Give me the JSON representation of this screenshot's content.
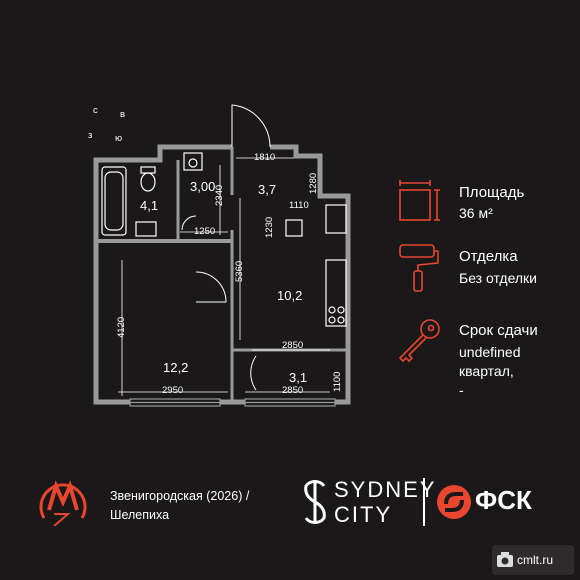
{
  "plan": {
    "rooms": [
      {
        "id": "bath",
        "label": "4,1"
      },
      {
        "id": "wc",
        "label": "3,00"
      },
      {
        "id": "hall",
        "label": "3,7"
      },
      {
        "id": "bedroom",
        "label": "12,2"
      },
      {
        "id": "kitchen",
        "label": "10,2"
      },
      {
        "id": "loggia",
        "label": "3,1"
      }
    ],
    "dimensions": [
      {
        "id": "d1810",
        "label": "1810"
      },
      {
        "id": "d1280",
        "label": "1280"
      },
      {
        "id": "d1110",
        "label": "1110"
      },
      {
        "id": "d2340",
        "label": "2340"
      },
      {
        "id": "d1250",
        "label": "1250"
      },
      {
        "id": "d1230",
        "label": "1230"
      },
      {
        "id": "d5360",
        "label": "5360"
      },
      {
        "id": "d4120",
        "label": "4120"
      },
      {
        "id": "d2850a",
        "label": "2850"
      },
      {
        "id": "d2950",
        "label": "2950"
      },
      {
        "id": "d2850b",
        "label": "2850"
      },
      {
        "id": "d1100",
        "label": "1100"
      }
    ],
    "compass": {
      "n": "с",
      "w": "з",
      "e": "в",
      "s": "ю"
    }
  },
  "info": {
    "area": {
      "title": "Площадь",
      "value": "36 м²"
    },
    "finish": {
      "title": "Отделка",
      "value": "Без отделки"
    },
    "deadline": {
      "title": "Срок сдачи",
      "value_line1": "undefined",
      "value_line2": "квартал,",
      "value_line3": "-"
    }
  },
  "footer": {
    "metro_line1": "Звенигородская (2026) /",
    "metro_line2": "Шелепиха",
    "brand_line1": "SYDNEY",
    "brand_line2": "CITY",
    "developer": "ФСК",
    "watermark": "cmlt.ru"
  },
  "colors": {
    "background": "#1b1819",
    "accent": "#e8462f",
    "walls": "#9a9a9a"
  }
}
